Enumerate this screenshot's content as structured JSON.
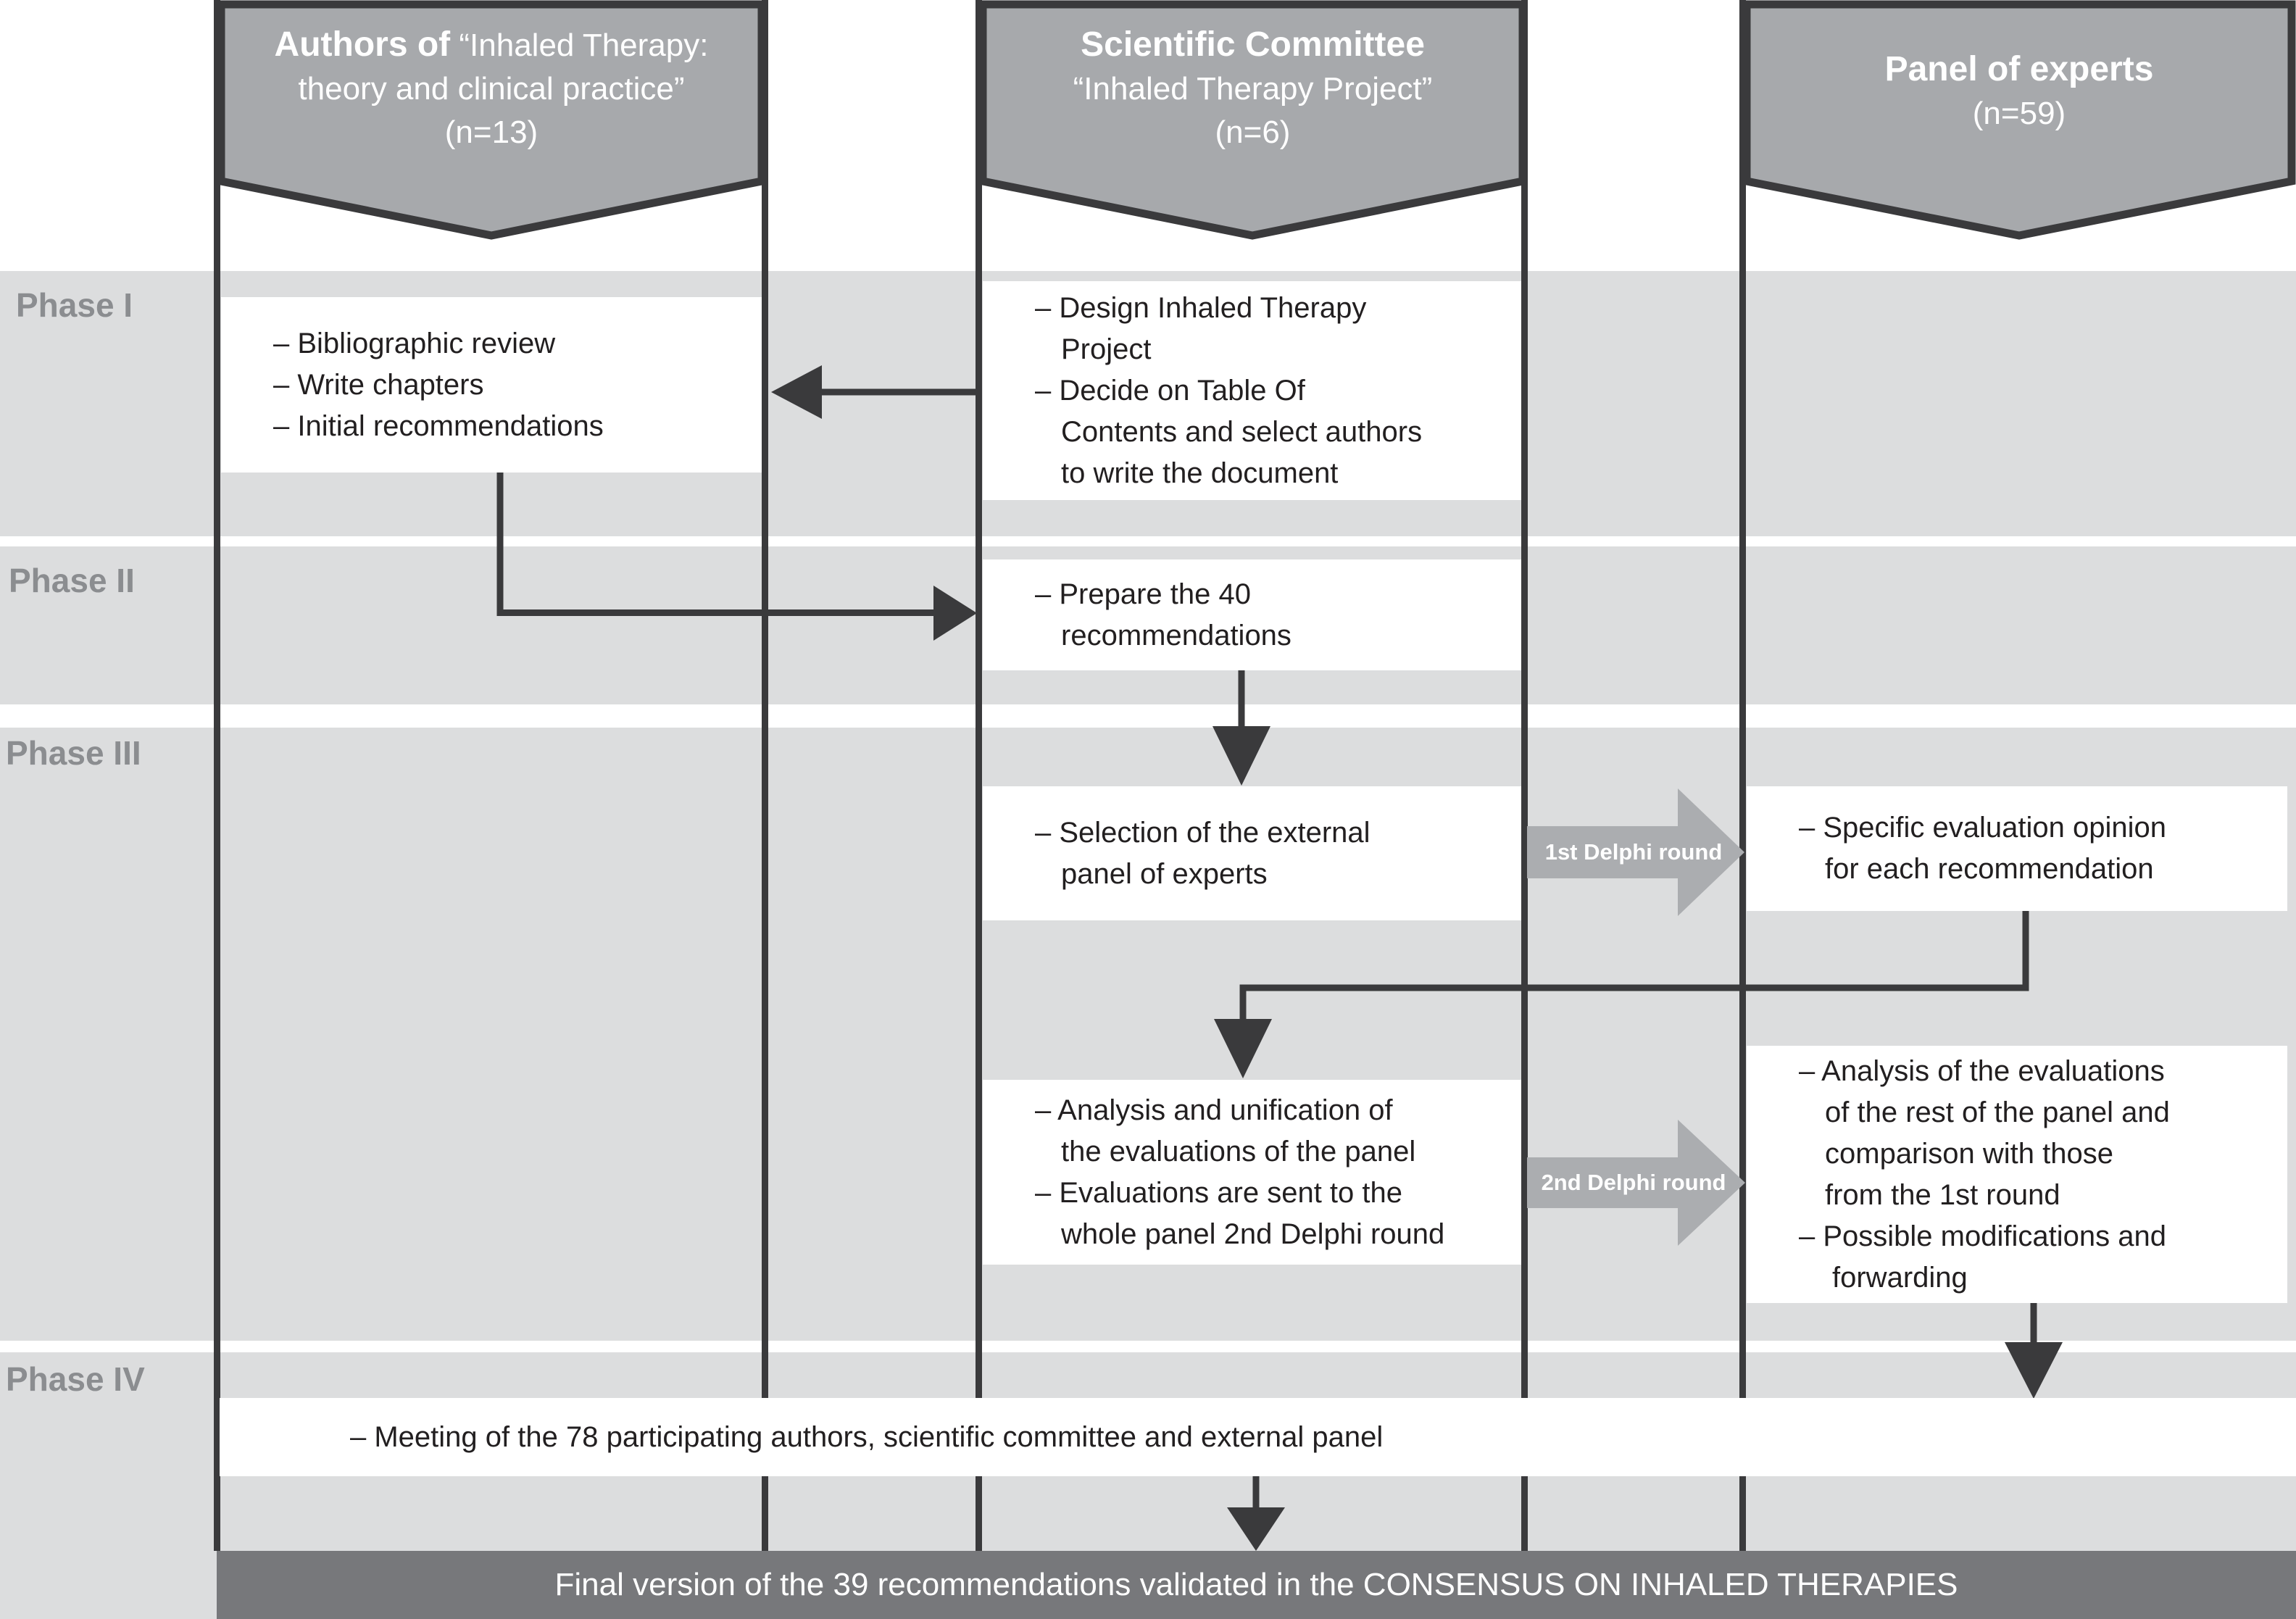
{
  "diagram": {
    "colors": {
      "banner_fill": "#a7a9ac",
      "banner_border": "#3a3a3c",
      "phase_band": "#dcddde",
      "phase_label": "#8b8d90",
      "connector": "#3a3a3c",
      "delphi_arrow": "#abadb0",
      "final_bar": "#77787b"
    },
    "banners": [
      {
        "title_bold": "Authors of",
        "title_quote": " “Inhaled Therapy:",
        "line2": "theory and clinical practice”",
        "count": "(n=13)"
      },
      {
        "title_bold": "Scientific Committee",
        "line2": "“Inhaled Therapy Project”",
        "count": "(n=6)"
      },
      {
        "title_bold": "Panel of experts",
        "count": "(n=59)"
      }
    ],
    "phases": [
      {
        "label": "Phase I"
      },
      {
        "label": "Phase II"
      },
      {
        "label": "Phase III"
      },
      {
        "label": "Phase IV"
      }
    ],
    "boxes": {
      "authors": {
        "lines": [
          "– Bibliographic review",
          "– Write chapters",
          "– Initial recommendations"
        ]
      },
      "design": {
        "lines": [
          "– Design Inhaled Therapy",
          "Project",
          "– Decide on Table Of",
          "Contents and select authors",
          "to write the document"
        ]
      },
      "prepare": {
        "lines": [
          "– Prepare the 40",
          "recommendations"
        ]
      },
      "selection": {
        "lines": [
          "– Selection of the external",
          "panel of experts"
        ]
      },
      "specific": {
        "lines": [
          "– Specific evaluation opinion",
          "for each recommendation"
        ]
      },
      "analysis": {
        "lines": [
          "– Analysis and unification of",
          "the evaluations of the panel",
          "– Evaluations are sent to the",
          "whole panel 2nd Delphi round"
        ]
      },
      "panel_analysis": {
        "lines": [
          "– Analysis of the evaluations",
          "of the rest of the panel and",
          "comparison with those",
          "from the 1st round",
          "– Possible modifications and",
          "forwarding"
        ]
      }
    },
    "delphi_arrows": [
      {
        "label": "1st Delphi round"
      },
      {
        "label": "2nd Delphi round"
      }
    ],
    "meeting_line": "– Meeting of the 78 participating  authors, scientific committee and external panel",
    "final_bar": "Final version of the 39 recommendations validated in the CONSENSUS ON INHALED THERAPIES"
  }
}
